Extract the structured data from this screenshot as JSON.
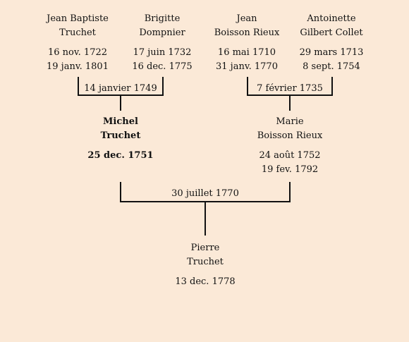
{
  "grandparents": [
    {
      "name1": "Jean Baptiste",
      "name2": "Truchet",
      "birth": "16 nov. 1722",
      "death": "19 janv. 1801"
    },
    {
      "name1": "Brigitte",
      "name2": "Dompnier",
      "birth": "17 juin 1732",
      "death": "16 dec. 1775"
    },
    {
      "name1": "Jean",
      "name2": "Boisson Rieux",
      "birth": "16 mai 1710",
      "death": "31 janv. 1770"
    },
    {
      "name1": "Antoinette",
      "name2": "Gilbert Collet",
      "birth": "29 mars 1713",
      "death": "8 sept. 1754"
    }
  ],
  "marriages": {
    "paternal": "14 janvier 1749",
    "maternal": "7 février 1735",
    "parents": "30 juillet 1770"
  },
  "father": {
    "name1": "Michel",
    "name2": "Truchet",
    "birth": "25 dec. 1751"
  },
  "mother": {
    "name1": "Marie",
    "name2": "Boisson Rieux",
    "birth": "24 août 1752",
    "death": "19 fev. 1792"
  },
  "child": {
    "name1": "Pierre",
    "name2": "Truchet",
    "birth": "13 dec. 1778"
  }
}
